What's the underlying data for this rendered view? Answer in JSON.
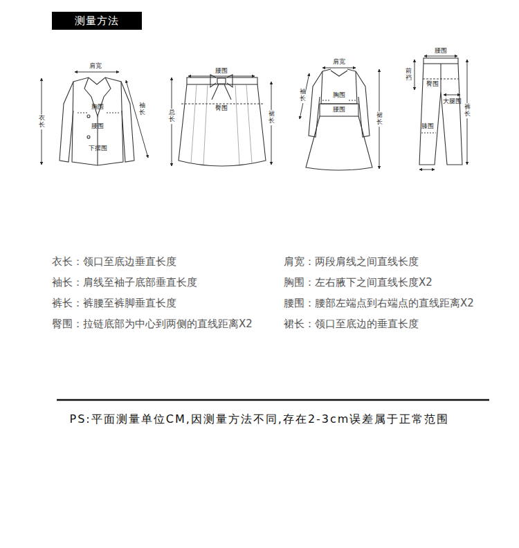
{
  "diagram": {
    "title": "测量方法",
    "labels": [
      "肩宽",
      "衣长",
      "胸围",
      "腰围",
      "下摆围",
      "袖长",
      "腰围",
      "总长",
      "臀围",
      "裙长",
      "肩宽",
      "袖长",
      "胸围",
      "腰围",
      "裙长",
      "腰围",
      "前裆",
      "臀围",
      "大腿围",
      "裤长",
      "膝围",
      "衣长：领口至底边垂直长度",
      "肩宽：两段肩线之间直线长度",
      "袖长：肩线至袖子底部垂直长度",
      "胸围：左右腋下之间直线长度X2",
      "裤长：裤腰至裤脚垂直长度",
      "腰围：腰部左端点到右端点的直线距离X2",
      "臀围：拉链底部为中心到两侧的直线距离X2",
      "裙长：领口至底边的垂直长度"
    ],
    "caption": "PS:平面测量单位CM,因测量方法不同,存在2-3cm误差属于正常范围"
  }
}
